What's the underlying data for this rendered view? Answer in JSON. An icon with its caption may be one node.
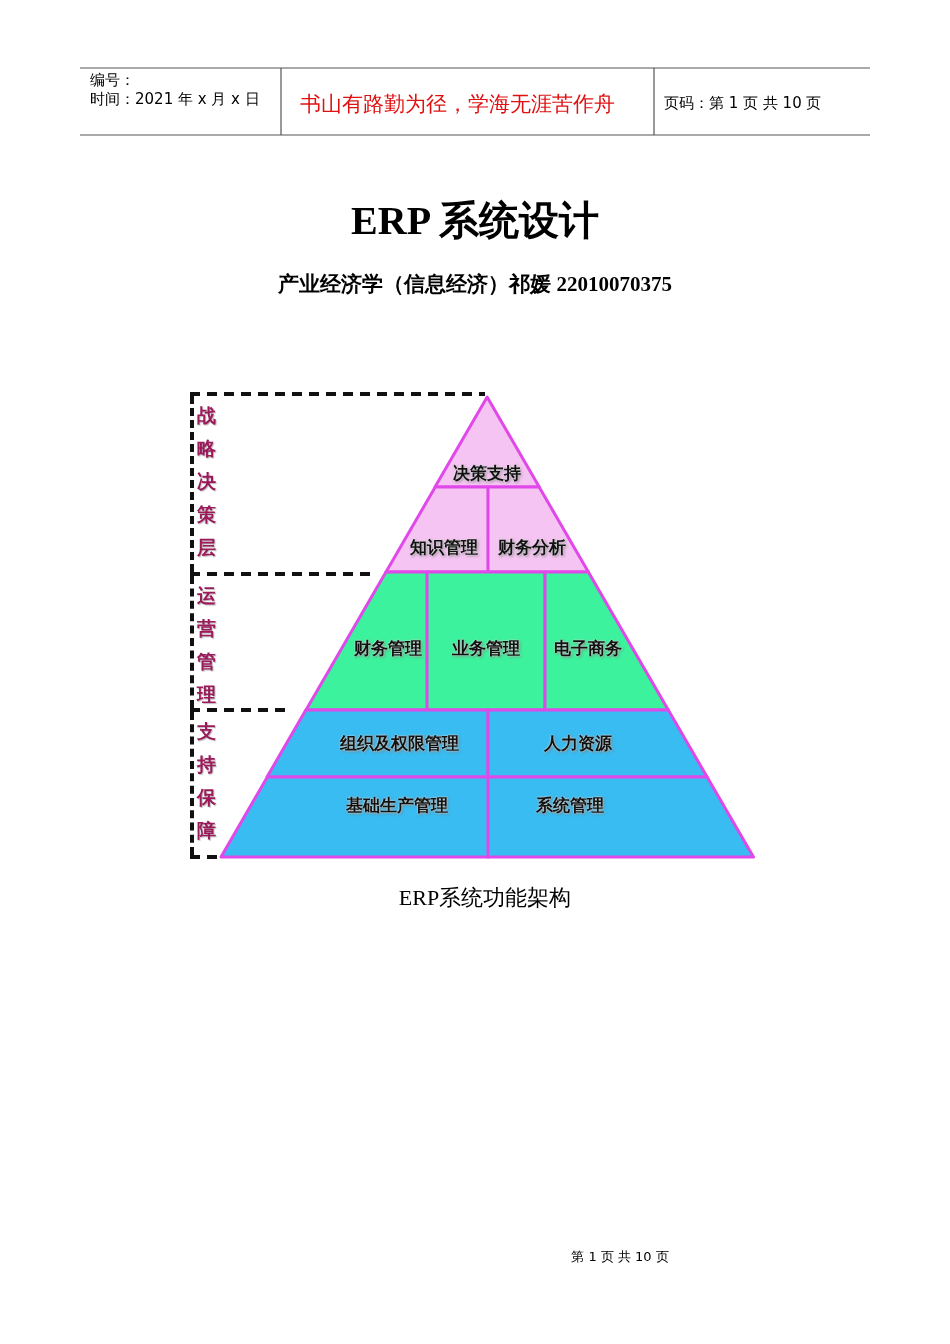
{
  "diagram": {
    "title": "ERP 系统设计",
    "caption": "ERP系统功能架构",
    "nodes": [
      {
        "text": [
          "战略决策层"
        ]
      },
      {
        "text": [
          "运营管理"
        ]
      },
      {
        "text": [
          "支持保障"
        ]
      },
      {
        "text": [
          "决策支持"
        ]
      },
      {
        "text": [
          "知识管理"
        ]
      },
      {
        "text": [
          "财务分析"
        ]
      },
      {
        "text": [
          "财务管理"
        ]
      },
      {
        "text": [
          "业务管理"
        ]
      },
      {
        "text": [
          "电子商务"
        ]
      },
      {
        "text": [
          "组织及权限管理"
        ]
      },
      {
        "text": [
          "人力资源"
        ]
      },
      {
        "text": [
          "基础生产管理"
        ]
      },
      {
        "text": [
          "系统管理"
        ]
      }
    ],
    "labels": [
      "编号：",
      "时间：2021 年 x 月 x 日",
      "书山有路勤为径，学海无涯苦作舟",
      "页码：第 1 页 共 10 页",
      "产业经济学（信息经济）祁媛 22010070375",
      "第 1 页 共 10 页"
    ]
  }
}
